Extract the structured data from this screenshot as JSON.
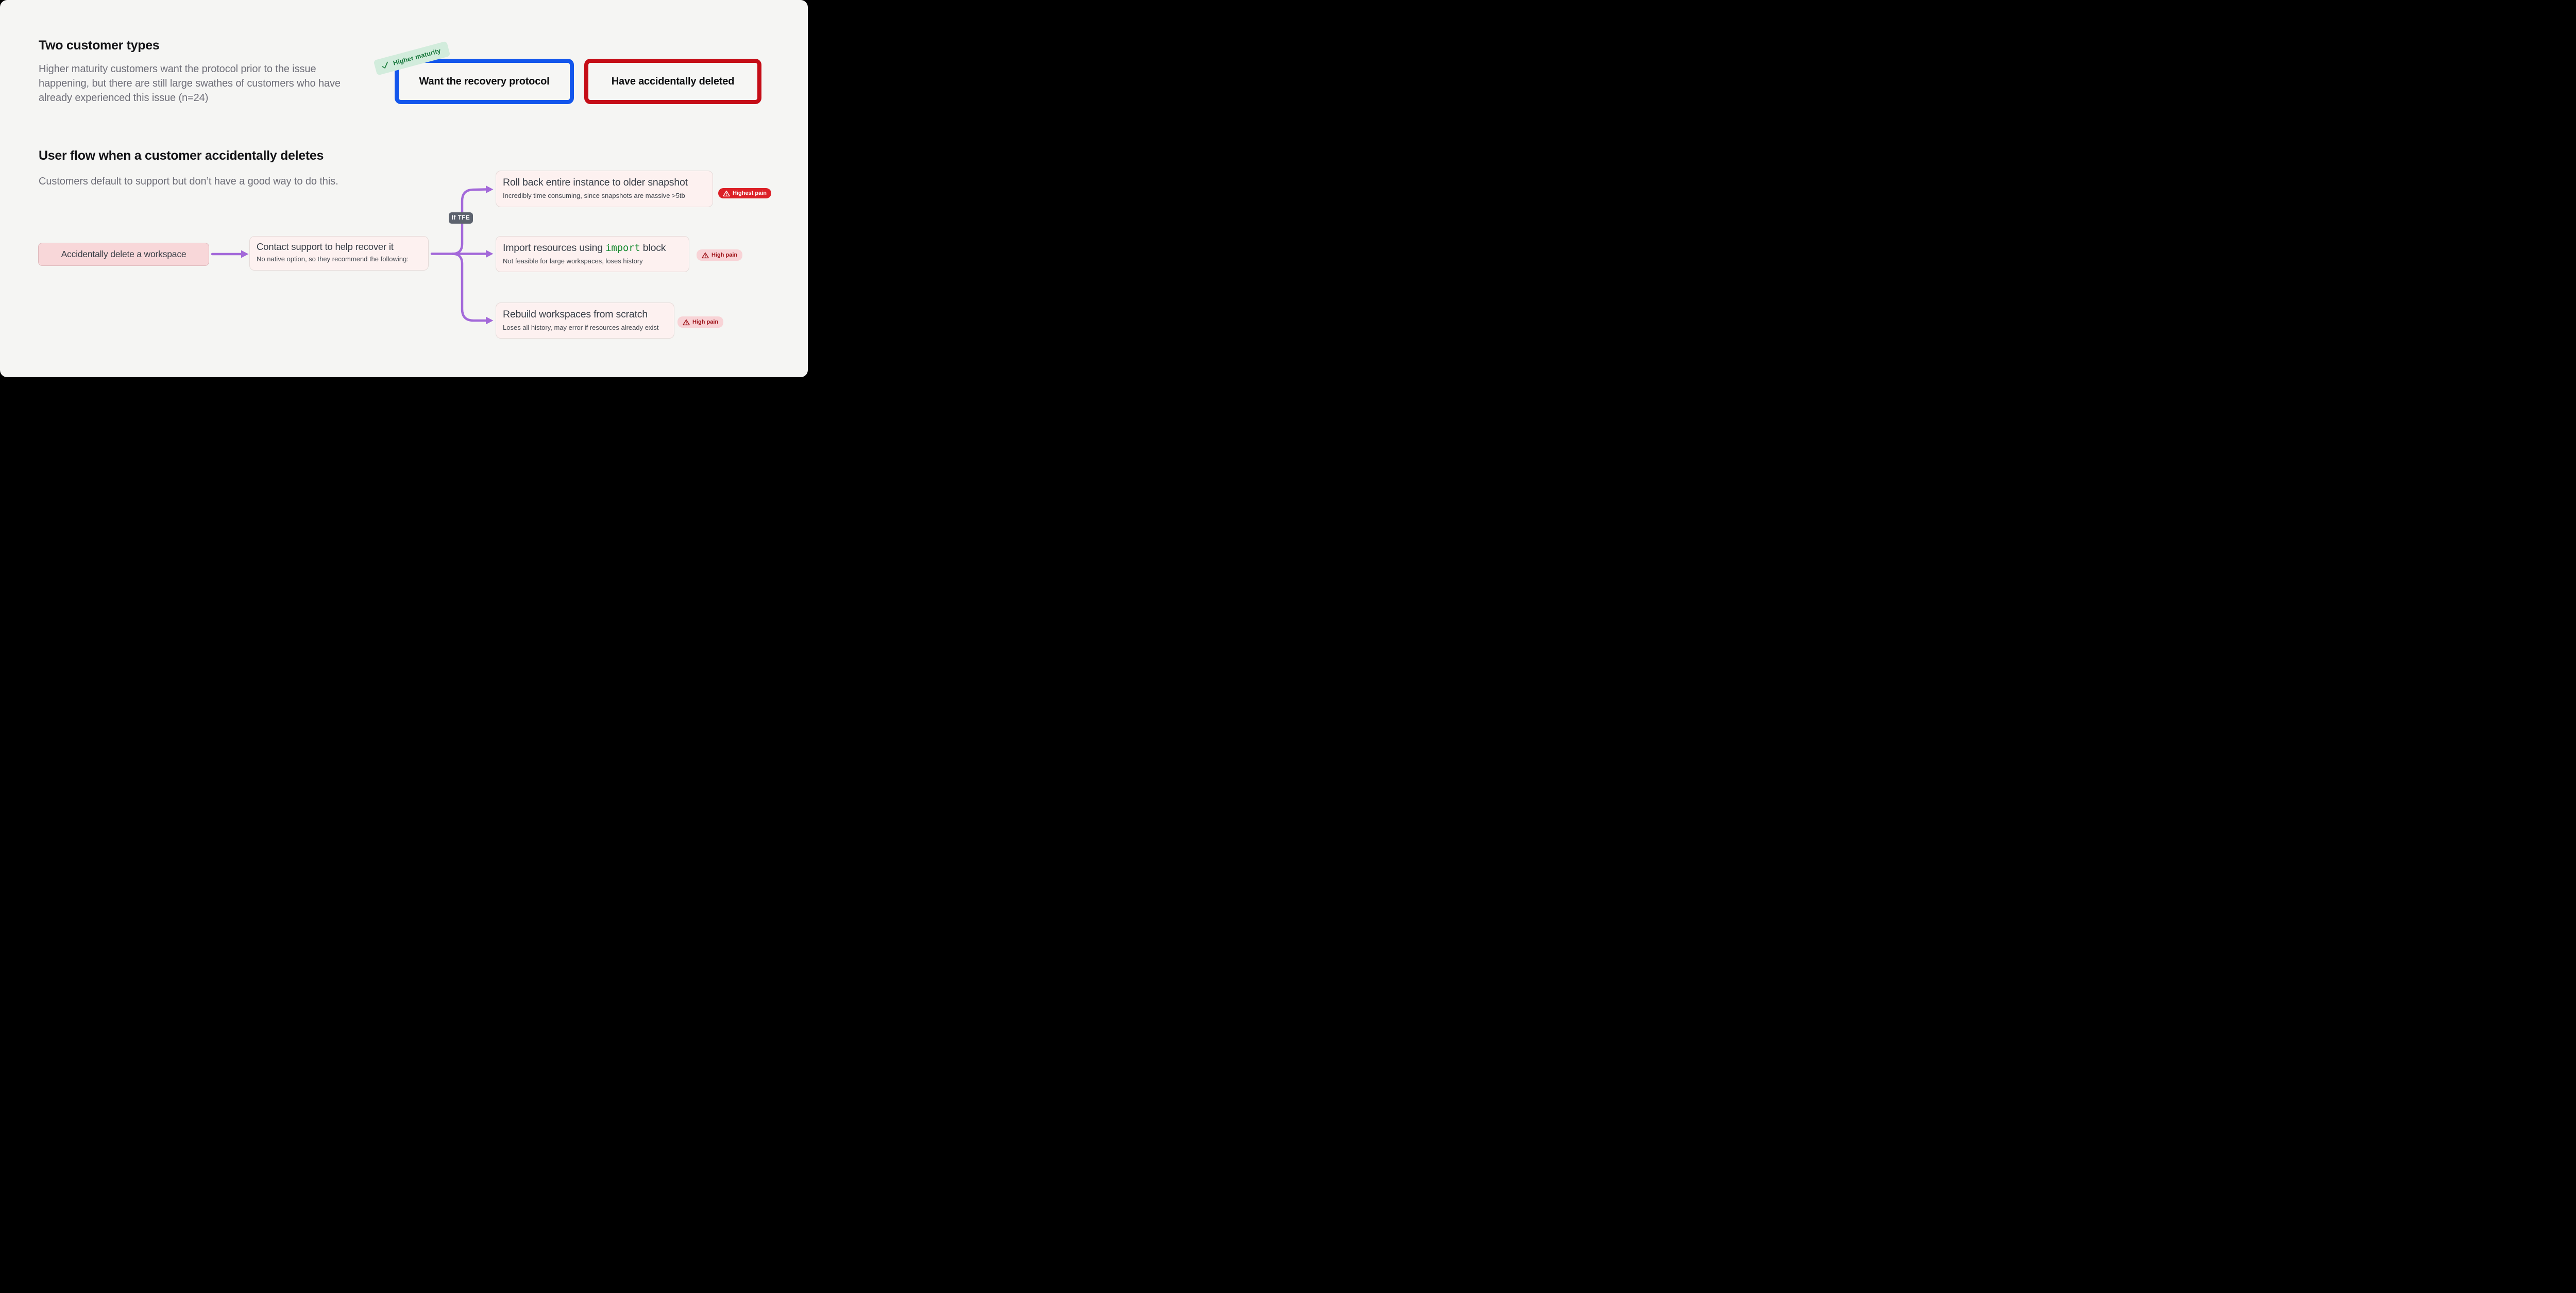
{
  "colors": {
    "canvas_bg": "#f5f5f3",
    "frame_bg": "#000000",
    "accent_blue": "#1356ec",
    "accent_red": "#c50d17",
    "tag_green_bg": "#d2ecdc",
    "tag_green_text": "#15763a",
    "arrow_purple": "#a369d9",
    "chip_gray": "#5d636e",
    "badge_solid_red": "#dc2027",
    "badge_soft_pink": "#f8d3d6",
    "badge_soft_text": "#9c1016",
    "start_node_pink": "#f8d7d9",
    "option_node_pink": "#fdf1f0",
    "code_green": "#168a2f"
  },
  "customers": {
    "heading": "Two customer types",
    "description": "Higher maturity customers want the protocol prior to the issue happening, but there are still large swathes of customers who have already experienced this issue (n=24)",
    "tag": {
      "label": "Higher maturity",
      "icon": "checkmark-icon"
    },
    "cards": [
      {
        "label": "Want the recovery protocol"
      },
      {
        "label": "Have accidentally deleted"
      }
    ]
  },
  "flow": {
    "heading": "User flow when a customer accidentally deletes",
    "description": "Customers default to support but don’t have a good way to do this.",
    "start": {
      "label": "Accidentally delete a workspace"
    },
    "support": {
      "title": "Contact support to help recover it",
      "subtitle": "No native option, so they recommend the following:"
    },
    "condition": {
      "label": "If TFE"
    },
    "options": [
      {
        "title_pre": "Roll back entire instance to older snapshot",
        "title_code": "",
        "title_post": "",
        "subtitle": "Incredibly time consuming, since snapshots are massive >5tb",
        "badge": "Highest pain",
        "badge_style": "solid-red"
      },
      {
        "title_pre": "Import resources using ",
        "title_code": "import",
        "title_post": " block",
        "subtitle": "Not feasible for large workspaces, loses history",
        "badge": "High pain",
        "badge_style": "soft-pink"
      },
      {
        "title_pre": "Rebuild workspaces from scratch",
        "title_code": "",
        "title_post": "",
        "subtitle": "Loses all history, may error if resources already exist",
        "badge": "High pain",
        "badge_style": "soft-pink"
      }
    ]
  }
}
